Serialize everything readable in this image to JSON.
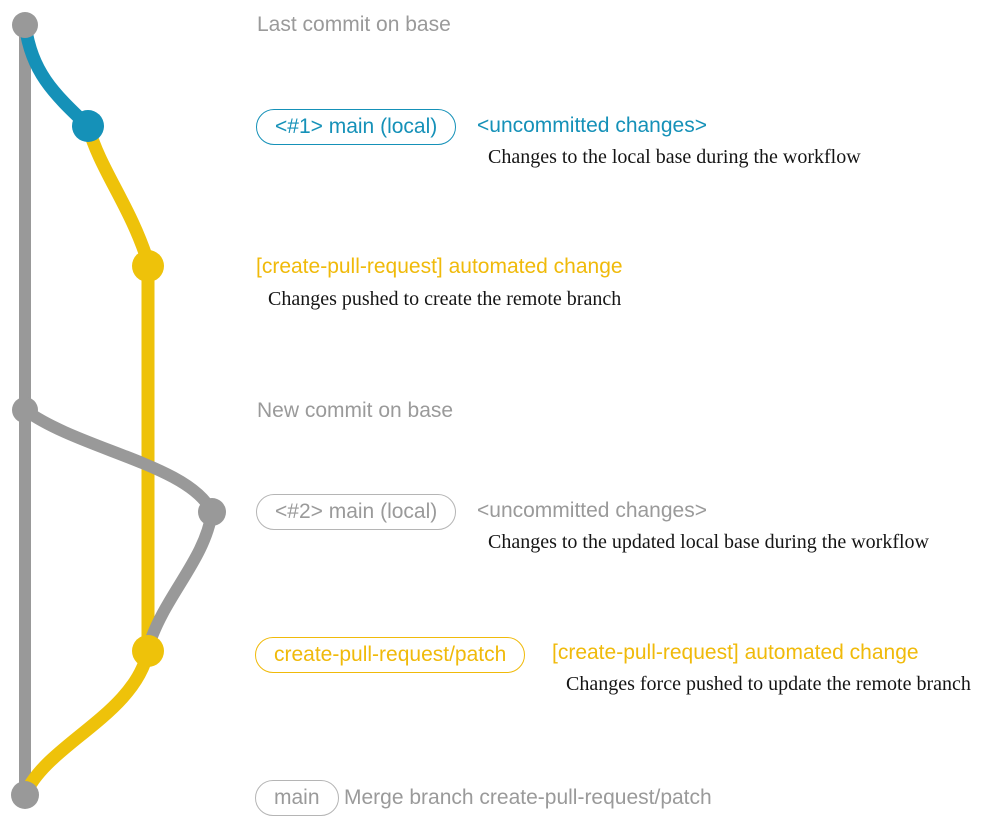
{
  "diagram": {
    "type": "git-branch-workflow",
    "colors": {
      "base_branch_gray": "#999999",
      "local_branch_blue": "#1591b8",
      "remote_branch_yellow": "#eec20a",
      "label_yellow": "#f0ba0a",
      "annotation_gray": "#9a9a9a",
      "note_black": "#151515"
    },
    "rows": {
      "last_commit": {
        "label": "Last commit on base"
      },
      "local1": {
        "badge": "<#1> main (local)",
        "title": "<uncommitted changes>",
        "note": "Changes to the local base during the workflow"
      },
      "push1": {
        "title": "[create-pull-request] automated change",
        "note": "Changes pushed to create the remote branch"
      },
      "new_commit": {
        "label": "New commit on base"
      },
      "local2": {
        "badge": "<#2> main (local)",
        "title": "<uncommitted changes>",
        "note": "Changes to the updated local base during the workflow"
      },
      "push2": {
        "badge": "create-pull-request/patch",
        "title": "[create-pull-request] automated change",
        "note": "Changes force pushed to update the remote branch"
      },
      "merge": {
        "badge": "main",
        "label": "Merge branch create-pull-request/patch"
      }
    }
  }
}
